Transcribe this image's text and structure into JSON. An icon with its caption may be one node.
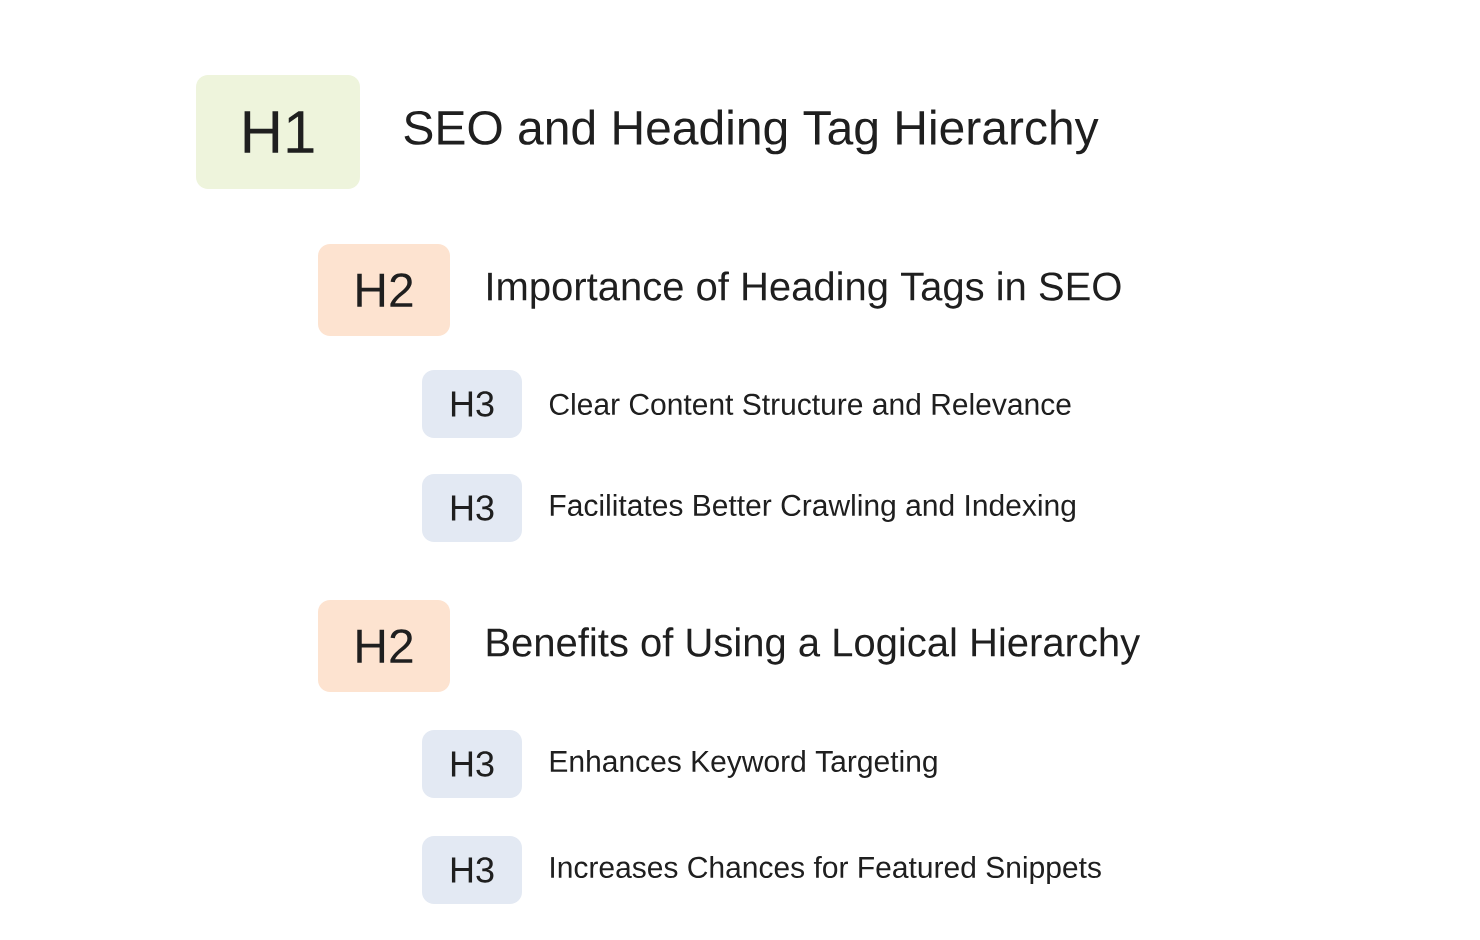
{
  "diagram": {
    "nodes": [
      {
        "text": [
          "H1"
        ],
        "beside": [
          "SEO and Heading Tag Hierarchy"
        ]
      },
      {
        "text": [
          "H2"
        ],
        "beside": [
          "Importance of Heading Tags in SEO"
        ]
      },
      {
        "text": [
          "H3"
        ],
        "beside": [
          "Clear Content Structure and Relevance"
        ]
      },
      {
        "text": [
          "H3"
        ],
        "beside": [
          "Facilitates Better Crawling and Indexing"
        ]
      },
      {
        "text": [
          "H2"
        ],
        "beside": [
          "Benefits of Using a Logical Hierarchy"
        ]
      },
      {
        "text": [
          "H3"
        ],
        "beside": [
          "Enhances Keyword Targeting"
        ]
      },
      {
        "text": [
          "H3"
        ],
        "beside": [
          "Increases Chances for Featured Snippets"
        ]
      }
    ]
  }
}
